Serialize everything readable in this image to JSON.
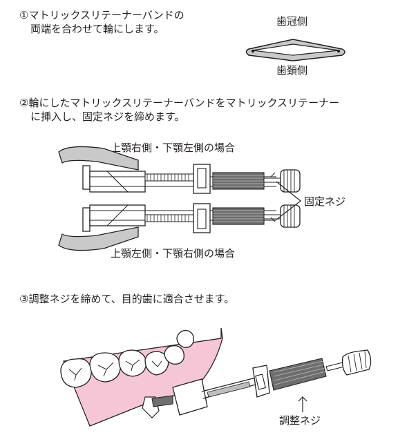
{
  "step1": {
    "line1": "①マトリックスリテーナーバンドの",
    "line2": "両端を合わせて輪にします。"
  },
  "band_labels": {
    "crown_side": "歯冠側",
    "neck_side": "歯頚側"
  },
  "step2": {
    "line1": "②輪にしたマトリックスリテーナーバンドをマトリックスリテーナー",
    "line2": "に挿入し、固定ネジを締めます。"
  },
  "retainer_labels": {
    "upper_case": "上顎右側・下顎左側の場合",
    "lower_case": "上顎左側・下顎右側の場合",
    "fixing_screw": "固定ネジ"
  },
  "step3": {
    "line1": "③調整ネジを締めて、目的歯に適合させます。"
  },
  "adjust_label": "調整ネジ",
  "colors": {
    "gum_pink": "#f4c6d6",
    "band_gray": "#c9c9c9",
    "outline": "#231f20"
  }
}
